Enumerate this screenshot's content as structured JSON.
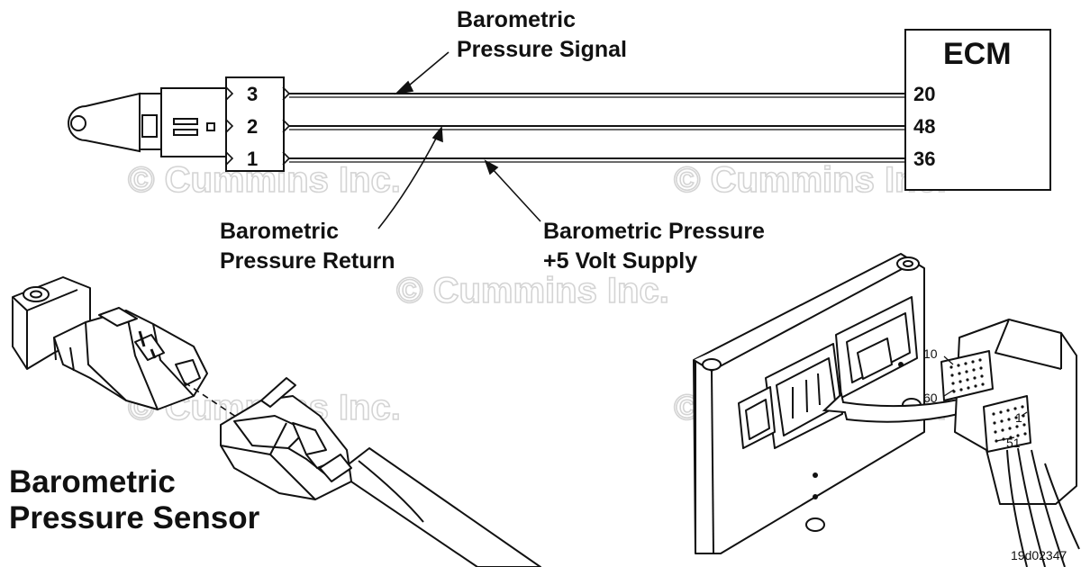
{
  "labels": {
    "signal": [
      "Barometric",
      "Pressure Signal"
    ],
    "return": [
      "Barometric",
      "Pressure Return"
    ],
    "supply": [
      "Barometric Pressure",
      "+5 Volt Supply"
    ],
    "sensor_title": [
      "Barometric",
      "Pressure Sensor"
    ]
  },
  "ecm": {
    "title": "ECM",
    "pins": [
      "20",
      "48",
      "36"
    ]
  },
  "sensor_connector_pins": [
    "3",
    "2",
    "1"
  ],
  "ecm_connector_pins": [
    "10",
    "60",
    "1",
    "51"
  ],
  "watermark": "© Cummins Inc.",
  "figure_id": "19d02347"
}
